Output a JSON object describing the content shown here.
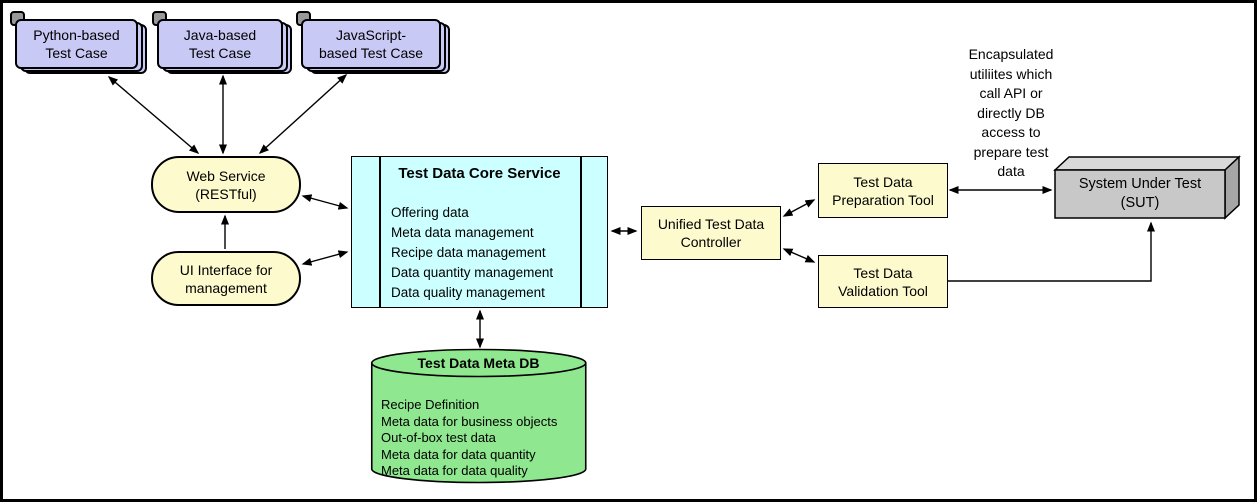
{
  "test_cases": [
    {
      "label": "Python-based\nTest Case"
    },
    {
      "label": "Java-based\nTest Case"
    },
    {
      "label": "JavaScript-\nbased Test Case"
    }
  ],
  "web_service": {
    "label": "Web Service\n(RESTful)"
  },
  "ui_interface": {
    "label": "UI Interface for\nmanagement"
  },
  "core_service": {
    "title": "Test Data Core Service",
    "items": [
      "Offering data",
      "Meta data management",
      "Recipe data management",
      "Data quantity management",
      "Data quality management"
    ]
  },
  "controller": {
    "label": "Unified Test Data\nController"
  },
  "preparation_tool": {
    "label": "Test Data\nPreparation Tool"
  },
  "validation_tool": {
    "label": "Test Data\nValidation Tool"
  },
  "sut": {
    "label": "System Under Test\n(SUT)"
  },
  "meta_db": {
    "title": "Test Data Meta DB",
    "items": [
      "Recipe Definition",
      "Meta data for business objects",
      "Out-of-box test data",
      "Meta data for data quantity",
      "Meta data for data quality"
    ]
  },
  "annotation": {
    "text": "Encapsulated\nutiliites which\ncall API or\ndirectly DB\naccess to\nprepare test\ndata"
  },
  "colors": {
    "test_case_fill": "#c9c9f6",
    "service_fill": "#fdfbce",
    "core_fill": "#ccffff",
    "db_fill": "#8fe78f",
    "sut_fill": "#c8c8c8",
    "stack_shadow": "#999999",
    "line": "#000000"
  }
}
